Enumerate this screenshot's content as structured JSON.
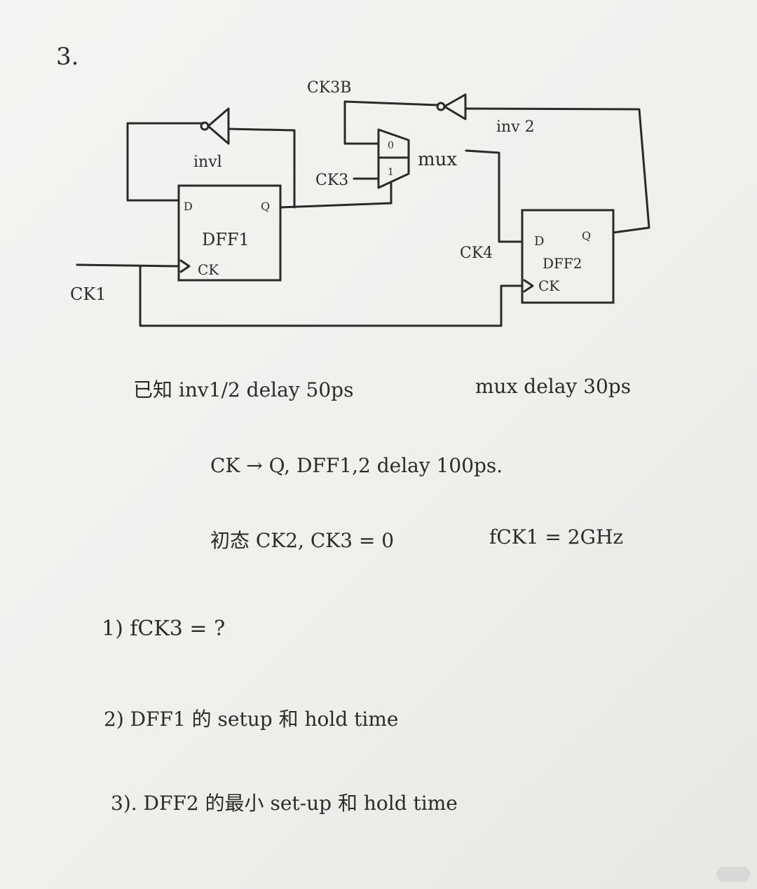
{
  "problem_number": "3.",
  "circuit": {
    "inv1_label": "invl",
    "inv2_label": "inv 2",
    "mux_label": "mux",
    "mux_input0": "0",
    "mux_input1": "1",
    "dff1": {
      "name": "DFF1",
      "d": "D",
      "q": "Q",
      "ck": "CK"
    },
    "dff2": {
      "name": "DFF2",
      "d": "D",
      "q": "Q",
      "ck": "CK"
    },
    "ck1": "CK1",
    "ck3b": "CK3B",
    "ck3": "CK3",
    "ck4": "CK4"
  },
  "given": {
    "line1_a": "已知 inv1/2 delay 50ps",
    "line1_b": "mux delay 30ps",
    "line2": "CK → Q, DFF1,2 delay 100ps.",
    "line3_a": "初态 CK2, CK3 = 0",
    "line3_b": "fCK1 = 2GHz"
  },
  "questions": {
    "q1": "1)  fCK3 = ?",
    "q2": "2)  DFF1 的 setup 和 hold time",
    "q3": "3).  DFF2 的最小 set-up 和 hold time"
  }
}
